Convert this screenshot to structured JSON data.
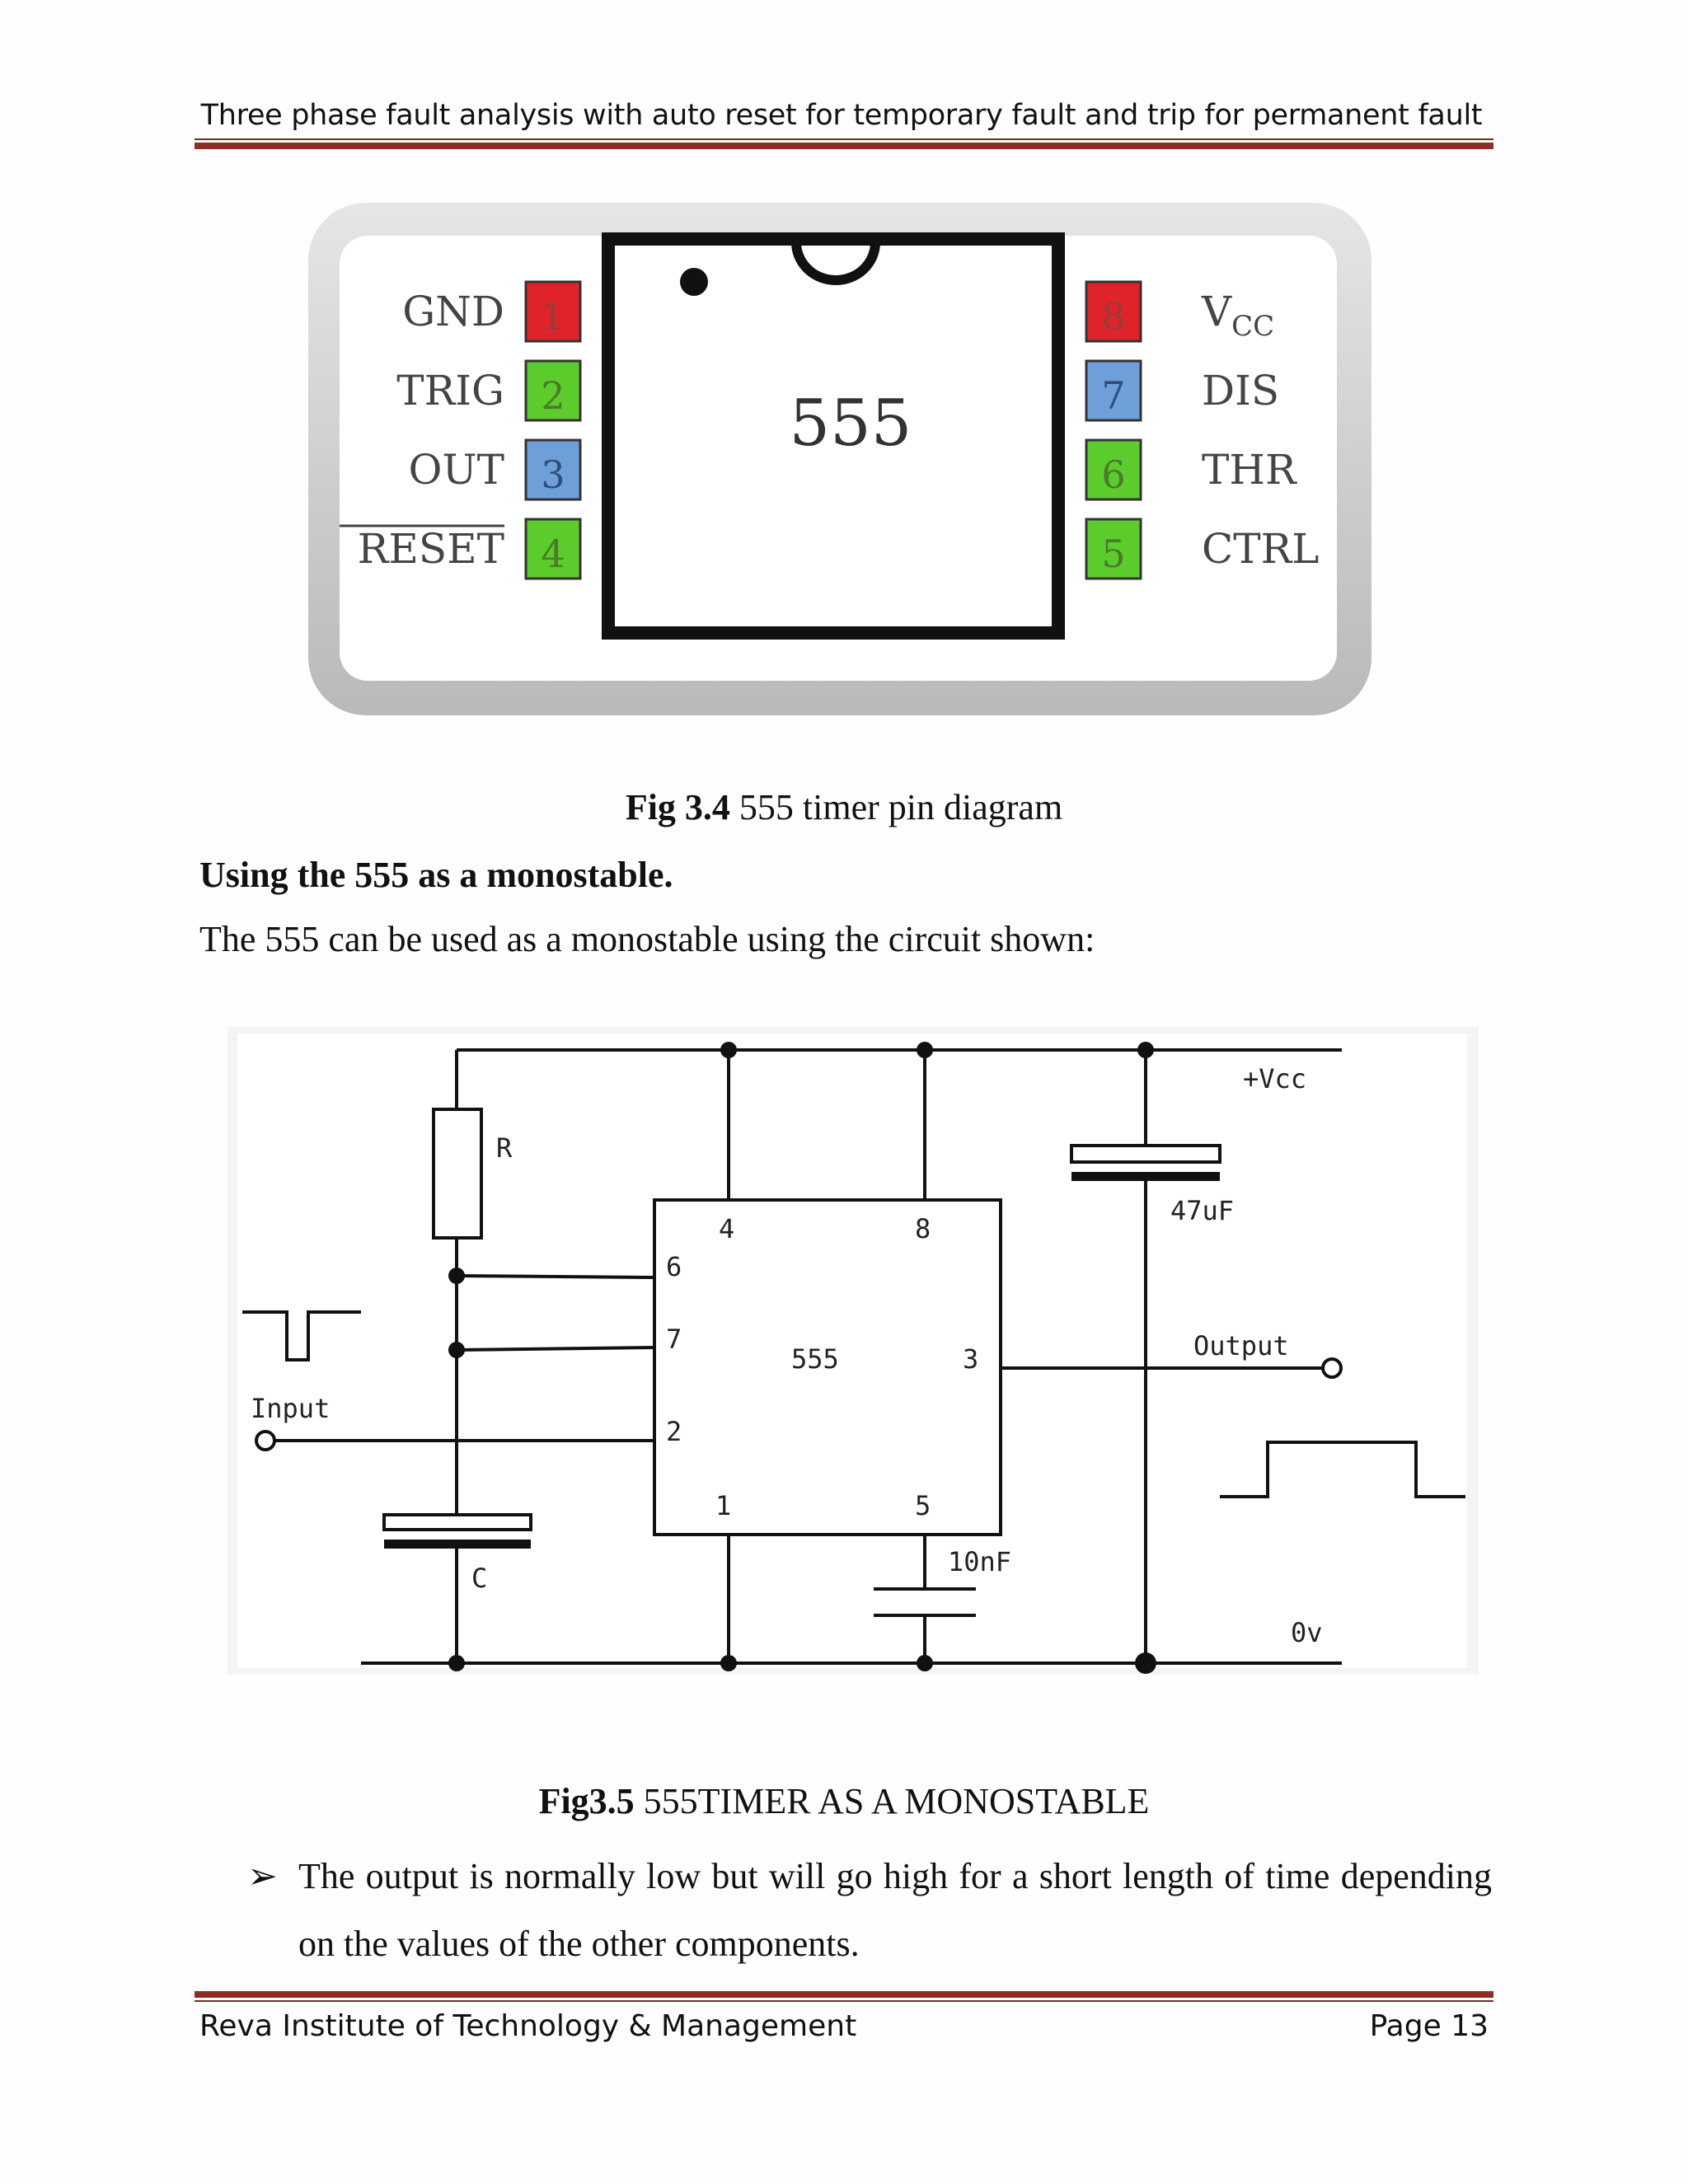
{
  "header": {
    "title": "Three phase fault analysis with auto reset for temporary fault and trip for permanent fault"
  },
  "figure1": {
    "chip_label": "555",
    "pins_left": [
      {
        "num": "1",
        "name": "GND",
        "color": "#e0232a"
      },
      {
        "num": "2",
        "name": "TRIG",
        "color": "#5ccb2c"
      },
      {
        "num": "3",
        "name": "OUT",
        "color": "#6f9fd8"
      },
      {
        "num": "4",
        "name": "RESET",
        "color": "#5ccb2c"
      }
    ],
    "pins_right": [
      {
        "num": "8",
        "name": "V",
        "sub": "CC",
        "color": "#e0232a"
      },
      {
        "num": "7",
        "name": "DIS",
        "color": "#6f9fd8"
      },
      {
        "num": "6",
        "name": "THR",
        "color": "#5ccb2c"
      },
      {
        "num": "5",
        "name": "CTRL",
        "color": "#5ccb2c"
      }
    ],
    "caption_bold": "Fig 3.4",
    "caption_rest": " 555 timer pin diagram"
  },
  "section": {
    "heading": "Using the 555 as a monostable.",
    "paragraph": "The 555 can be used as a monostable using the circuit shown:"
  },
  "figure2": {
    "vcc_label": "+Vcc",
    "gnd_label": "0v",
    "resistor_label": "R",
    "capacitor_label": "C",
    "cap_47_label": "47uF",
    "cap_10_label": "10nF",
    "chip_label": "555",
    "input_label": "Input",
    "output_label": "Output",
    "pin_labels": {
      "p1": "1",
      "p2": "2",
      "p3": "3",
      "p4": "4",
      "p5": "5",
      "p6": "6",
      "p7": "7",
      "p8": "8"
    },
    "caption_bold": "Fig3.5",
    "caption_rest": " 555TIMER AS A MONOSTABLE"
  },
  "bullet": {
    "arrow": "➢",
    "text": "The output is normally low but will go high for a short length of time depending on the values of the other components."
  },
  "footer": {
    "institution": "Reva Institute of Technology & Management",
    "page": "Page 13"
  }
}
